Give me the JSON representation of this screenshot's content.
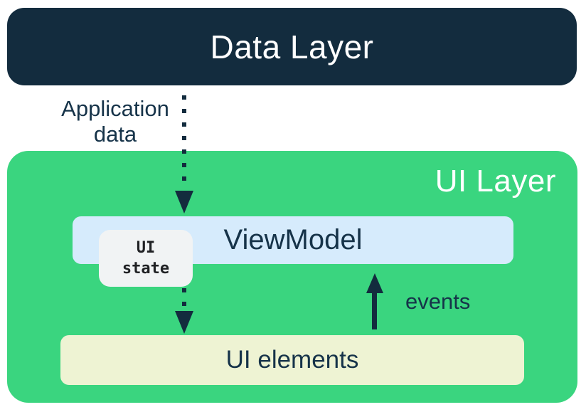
{
  "colors": {
    "navy": "#132c3e",
    "navy_text": "#163349",
    "green": "#3ad57f",
    "light_blue": "#d6ebfc",
    "pale_yellow": "#eef3d3",
    "light_gray": "#f1f3f4",
    "near_black": "#202124",
    "white": "#ffffff"
  },
  "data_layer": {
    "label": "Data Layer"
  },
  "ui_layer": {
    "label": "UI Layer",
    "viewmodel": {
      "label": "ViewModel"
    },
    "ui_state_badge": {
      "line1": "UI",
      "line2": "state"
    },
    "ui_elements": {
      "label": "UI elements"
    }
  },
  "arrows": {
    "application_data": {
      "line1": "Application",
      "line2": "data",
      "direction": "down",
      "style": "dotted"
    },
    "ui_state_flow": {
      "direction": "down",
      "style": "dotted"
    },
    "events": {
      "label": "events",
      "direction": "up",
      "style": "solid"
    }
  }
}
